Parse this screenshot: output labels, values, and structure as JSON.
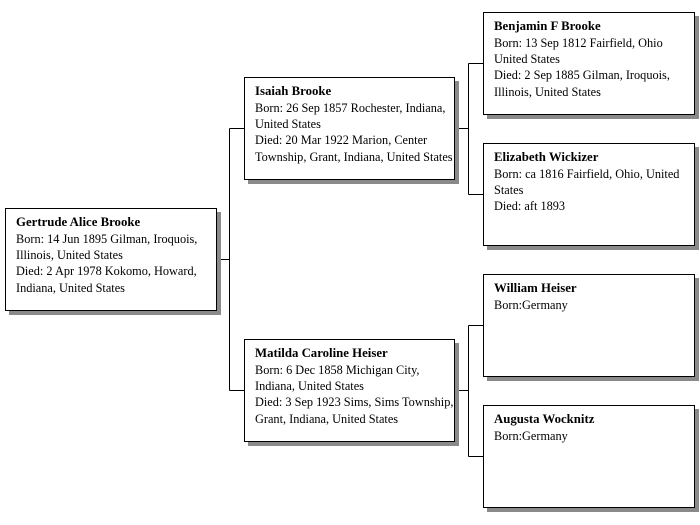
{
  "persons": {
    "gertrude": {
      "name": "Gertrude Alice Brooke",
      "lines": [
        "Born: 14 Jun 1895 Gilman, Iroquois, Illinois, United States",
        "Died: 2 Apr 1978 Kokomo, Howard, Indiana, United States"
      ]
    },
    "isaiah": {
      "name": "Isaiah Brooke",
      "lines": [
        "Born: 26 Sep 1857 Rochester, Indiana, United States",
        "Died: 20 Mar 1922 Marion, Center Township, Grant, Indiana, United States"
      ]
    },
    "matilda": {
      "name": "Matilda Caroline Heiser",
      "lines": [
        "Born: 6 Dec 1858 Michigan City, Indiana, United States",
        "Died: 3 Sep 1923 Sims, Sims Township, Grant, Indiana, United States"
      ]
    },
    "benjamin": {
      "name": "Benjamin F Brooke",
      "lines": [
        "Born: 13 Sep 1812 Fairfield, Ohio United States",
        "Died: 2 Sep 1885 Gilman, Iroquois, Illinois, United States"
      ]
    },
    "elizabeth": {
      "name": "Elizabeth Wickizer",
      "lines": [
        "Born: ca 1816 Fairfield, Ohio, United States",
        "Died: aft 1893"
      ]
    },
    "william": {
      "name": "William Heiser",
      "lines": [
        "Born:Germany"
      ]
    },
    "augusta": {
      "name": "Augusta Wocknitz",
      "lines": [
        "Born:Germany"
      ]
    }
  }
}
